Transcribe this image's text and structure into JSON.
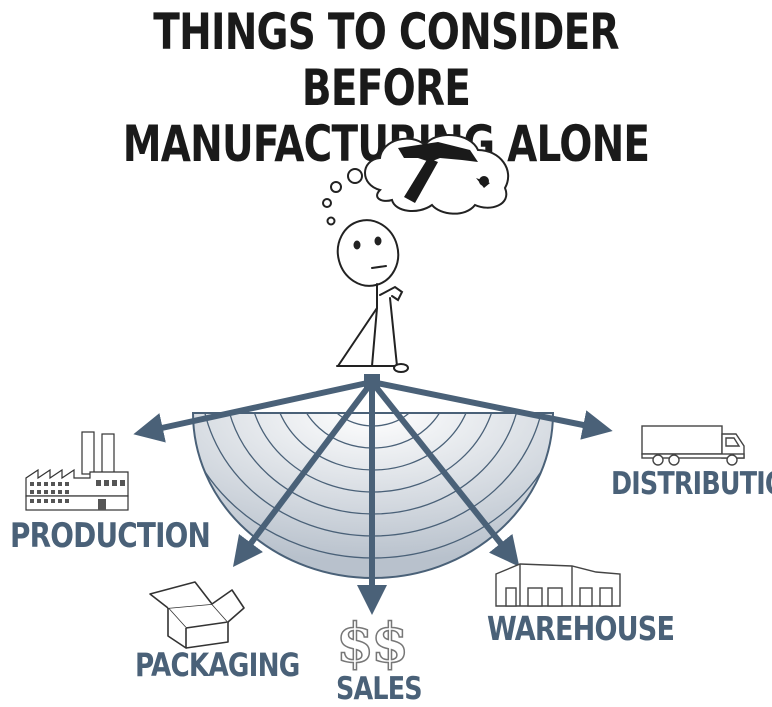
{
  "title": {
    "line1": "THINGS TO CONSIDER BEFORE",
    "line2": "MANUFACTURING ALONE"
  },
  "labels": {
    "production": "PRODUCTION",
    "packaging": "PACKAGING",
    "sales": "SALES",
    "warehouse": "WAREHOUSE",
    "distribution": "DISTRIBUTION"
  },
  "colors": {
    "accent": "#4a6178",
    "title": "#1a1a1a",
    "line": "#333333"
  },
  "icons": [
    "thought-bubble-icon",
    "hammer-icon",
    "stick-figure-icon",
    "factory-icon",
    "box-icon",
    "dollar-icon",
    "warehouse-icon",
    "truck-icon"
  ]
}
